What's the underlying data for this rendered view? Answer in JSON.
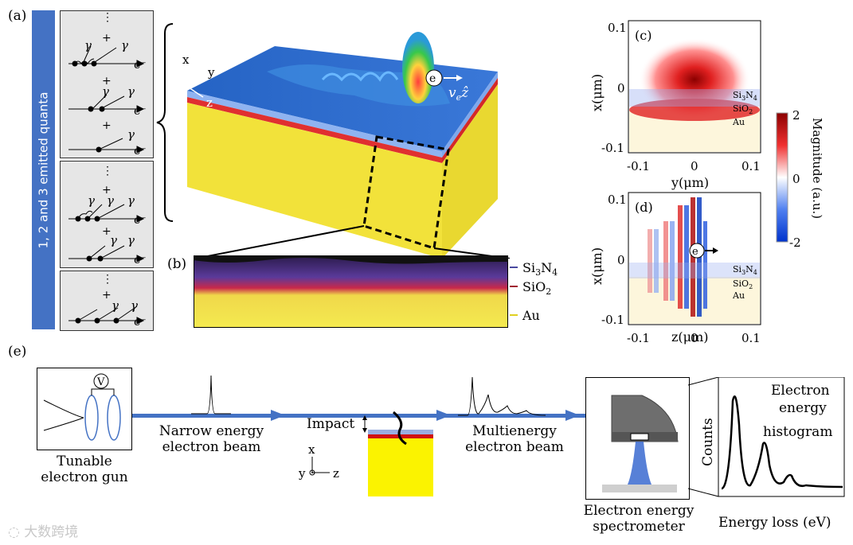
{
  "panel_labels": {
    "a": "(a)",
    "b": "(b)",
    "c": "(c)",
    "d": "(d)",
    "e": "(e)"
  },
  "side_title": "1, 2 and 3 emitted quanta",
  "feynman": {
    "photon": "γ",
    "electron": "e⁻",
    "plus": "+",
    "dots": "⋮"
  },
  "schematic": {
    "axis_x": "x",
    "axis_y": "y",
    "axis_z": "z",
    "electron": "e",
    "velocity": "v",
    "velocity_sub": "e",
    "velocity_dir": "ẑ"
  },
  "layers": {
    "si3n4": "Si",
    "si3n4_sub1": "3",
    "si3n4_n": "N",
    "si3n4_sub2": "4",
    "sio2": "SiO",
    "sio2_sub": "2",
    "au": "Au"
  },
  "colorbar": {
    "title": "Magnitude (a.u.)",
    "max": "2",
    "mid": "0",
    "min": "-2",
    "colors": {
      "max": "#8b0000",
      "mid": "#ffffff",
      "min": "#0033cc"
    }
  },
  "plot_c": {
    "ylabel": "x(μm)",
    "xlabel": "y(μm)",
    "yticks": [
      "0.1",
      "0",
      "-0.1"
    ],
    "xticks": [
      "-0.1",
      "0",
      "0.1"
    ]
  },
  "plot_d": {
    "ylabel": "x(μm)",
    "xlabel": "z(μm)",
    "yticks": [
      "0.1",
      "0",
      "-0.1"
    ],
    "xticks": [
      "-0.1",
      "0",
      "0.1"
    ],
    "electron": "e"
  },
  "setup": {
    "gun_label_1": "Tunable",
    "gun_label_2": "electron gun",
    "voltmeter": "V",
    "narrow_1": "Narrow energy",
    "narrow_2": "electron beam",
    "impact": "Impact",
    "axes": {
      "x": "x",
      "y": "y",
      "z": "z"
    },
    "multi_1": "Multienergy",
    "multi_2": "electron beam",
    "spec_1": "Electron energy",
    "spec_2": "spectrometer",
    "hist_title_1": "Electron",
    "hist_title_2": "energy",
    "hist_title_3": "histogram",
    "hist_ylabel": "Counts",
    "hist_xlabel": "Energy loss (eV)"
  },
  "watermark": "大数跨境"
}
